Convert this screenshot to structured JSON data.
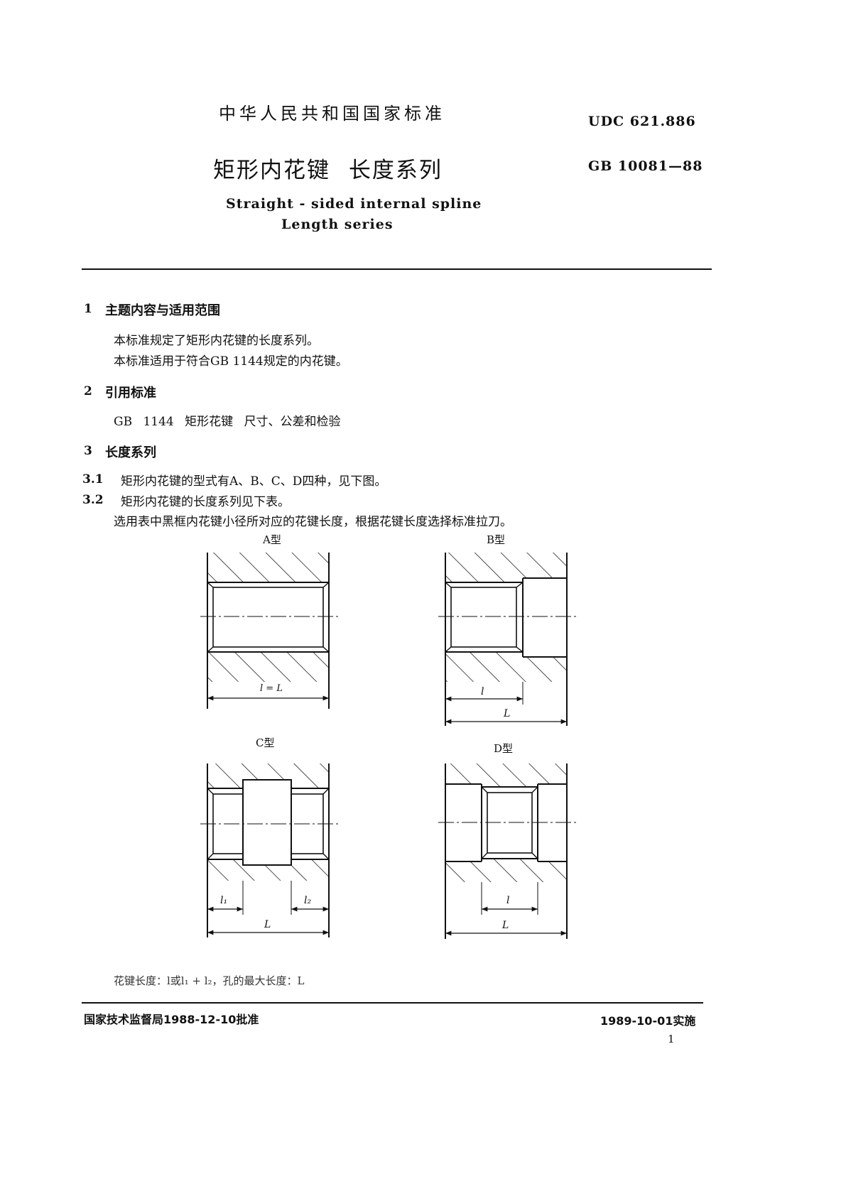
{
  "header": {
    "national_standard": "中华人民共和国国家标准",
    "udc": "UDC 621.886",
    "title_cn": "矩形内花键 长度系列",
    "gb_number": "GB 10081—88",
    "title_en_line1": "Straight - sided internal spline",
    "title_en_line2": "Length series"
  },
  "sections": {
    "s1": {
      "number": "1",
      "title": "主题内容与适用范围",
      "para1": "本标准规定了矩形内花键的长度系列。",
      "para2": "本标准适用于符合GB 1144规定的内花键。"
    },
    "s2": {
      "number": "2",
      "title": "引用标准",
      "ref": "GB 1144 矩形花键 尺寸、公差和检验"
    },
    "s3": {
      "number": "3",
      "title": "长度系列",
      "c31_number": "3.1",
      "c31_text": "矩形内花键的型式有A、B、C、D四种，见下图。",
      "c32_number": "3.2",
      "c32_text": "矩形内花键的长度系列见下表。",
      "c32_text2": "选用表中黑框内花键小径所对应的花键长度，根据花键长度选择标准拉刀。"
    }
  },
  "figures": {
    "a": {
      "title": "A型",
      "dim": "l = L"
    },
    "b": {
      "title": "B型",
      "dim_l": "l",
      "dim_L": "L"
    },
    "c": {
      "title": "C型",
      "dim_l1": "l₁",
      "dim_l2": "l₂",
      "dim_L": "L"
    },
    "d": {
      "title": "D型",
      "dim_l": "l",
      "dim_L": "L"
    }
  },
  "figure_note": "花键长度：l或l₁ + l₂，孔的最大长度：L",
  "footer": {
    "approval": "国家技术监督局1988-12-10批准",
    "effective": "1989-10-01实施",
    "page_number": "1"
  }
}
